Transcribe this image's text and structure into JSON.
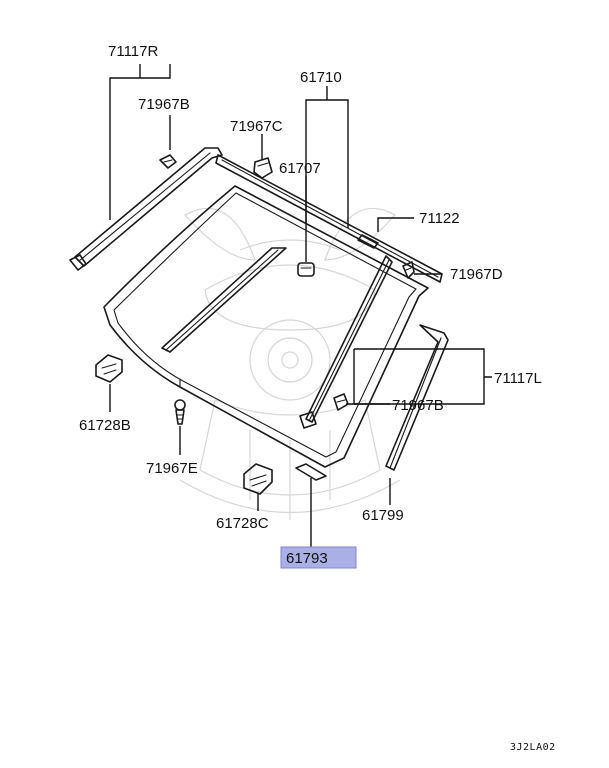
{
  "diagram": {
    "footer_code": "3J2LA02",
    "highlight_color": "#aab0e6",
    "parts": [
      {
        "id": "p71117R",
        "label": "71117R"
      },
      {
        "id": "p71967B_top",
        "label": "71967B"
      },
      {
        "id": "p71967C",
        "label": "71967C"
      },
      {
        "id": "p61710",
        "label": "61710"
      },
      {
        "id": "p61707",
        "label": "61707"
      },
      {
        "id": "p71122",
        "label": "71122"
      },
      {
        "id": "p71967D",
        "label": "71967D"
      },
      {
        "id": "p71117L",
        "label": "71117L"
      },
      {
        "id": "p71967B_mid",
        "label": "71967B"
      },
      {
        "id": "p61728B",
        "label": "61728B"
      },
      {
        "id": "p71967E",
        "label": "71967E"
      },
      {
        "id": "p61728C",
        "label": "61728C"
      },
      {
        "id": "p61799",
        "label": "61799"
      },
      {
        "id": "p61793",
        "label": "61793",
        "highlighted": true
      }
    ]
  }
}
